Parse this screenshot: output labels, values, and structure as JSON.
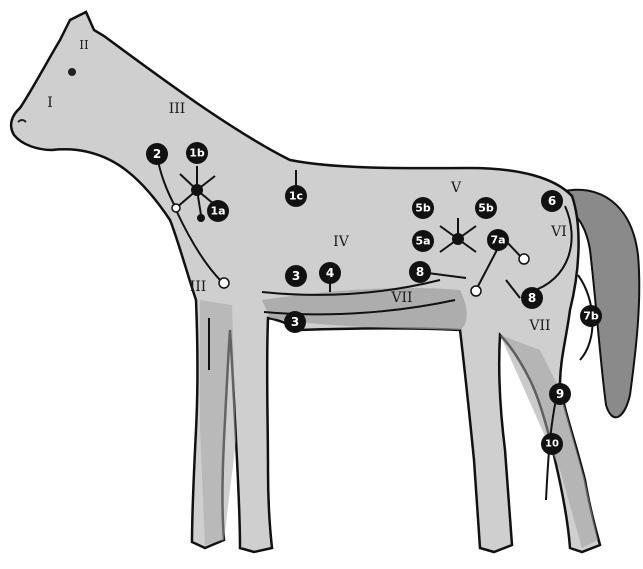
{
  "colors": {
    "body_fill": "#c9c9c9",
    "body_light": "#dedede",
    "outline": "#111111",
    "badge": "#111111",
    "badge_text": "#ffffff",
    "roman_text": "#1a1a1a"
  },
  "badges": {
    "b1b": "1b",
    "b2": "2",
    "b1a": "1a",
    "b1c": "1c",
    "b3a": "3",
    "b4": "4",
    "b3b": "3",
    "b5b_left": "5b",
    "b5b_right": "5b",
    "b5a": "5a",
    "b6": "6",
    "b7a": "7a",
    "b8a": "8",
    "b8b": "8",
    "b7b": "7b",
    "b9": "9",
    "b10": "10"
  },
  "regions": {
    "r1": "I",
    "r2": "II",
    "r3_neck": "III",
    "r3_chest": "III",
    "r4": "IV",
    "r5": "V",
    "r6": "VI",
    "r7_belly": "VII",
    "r7_hind": "VII"
  }
}
